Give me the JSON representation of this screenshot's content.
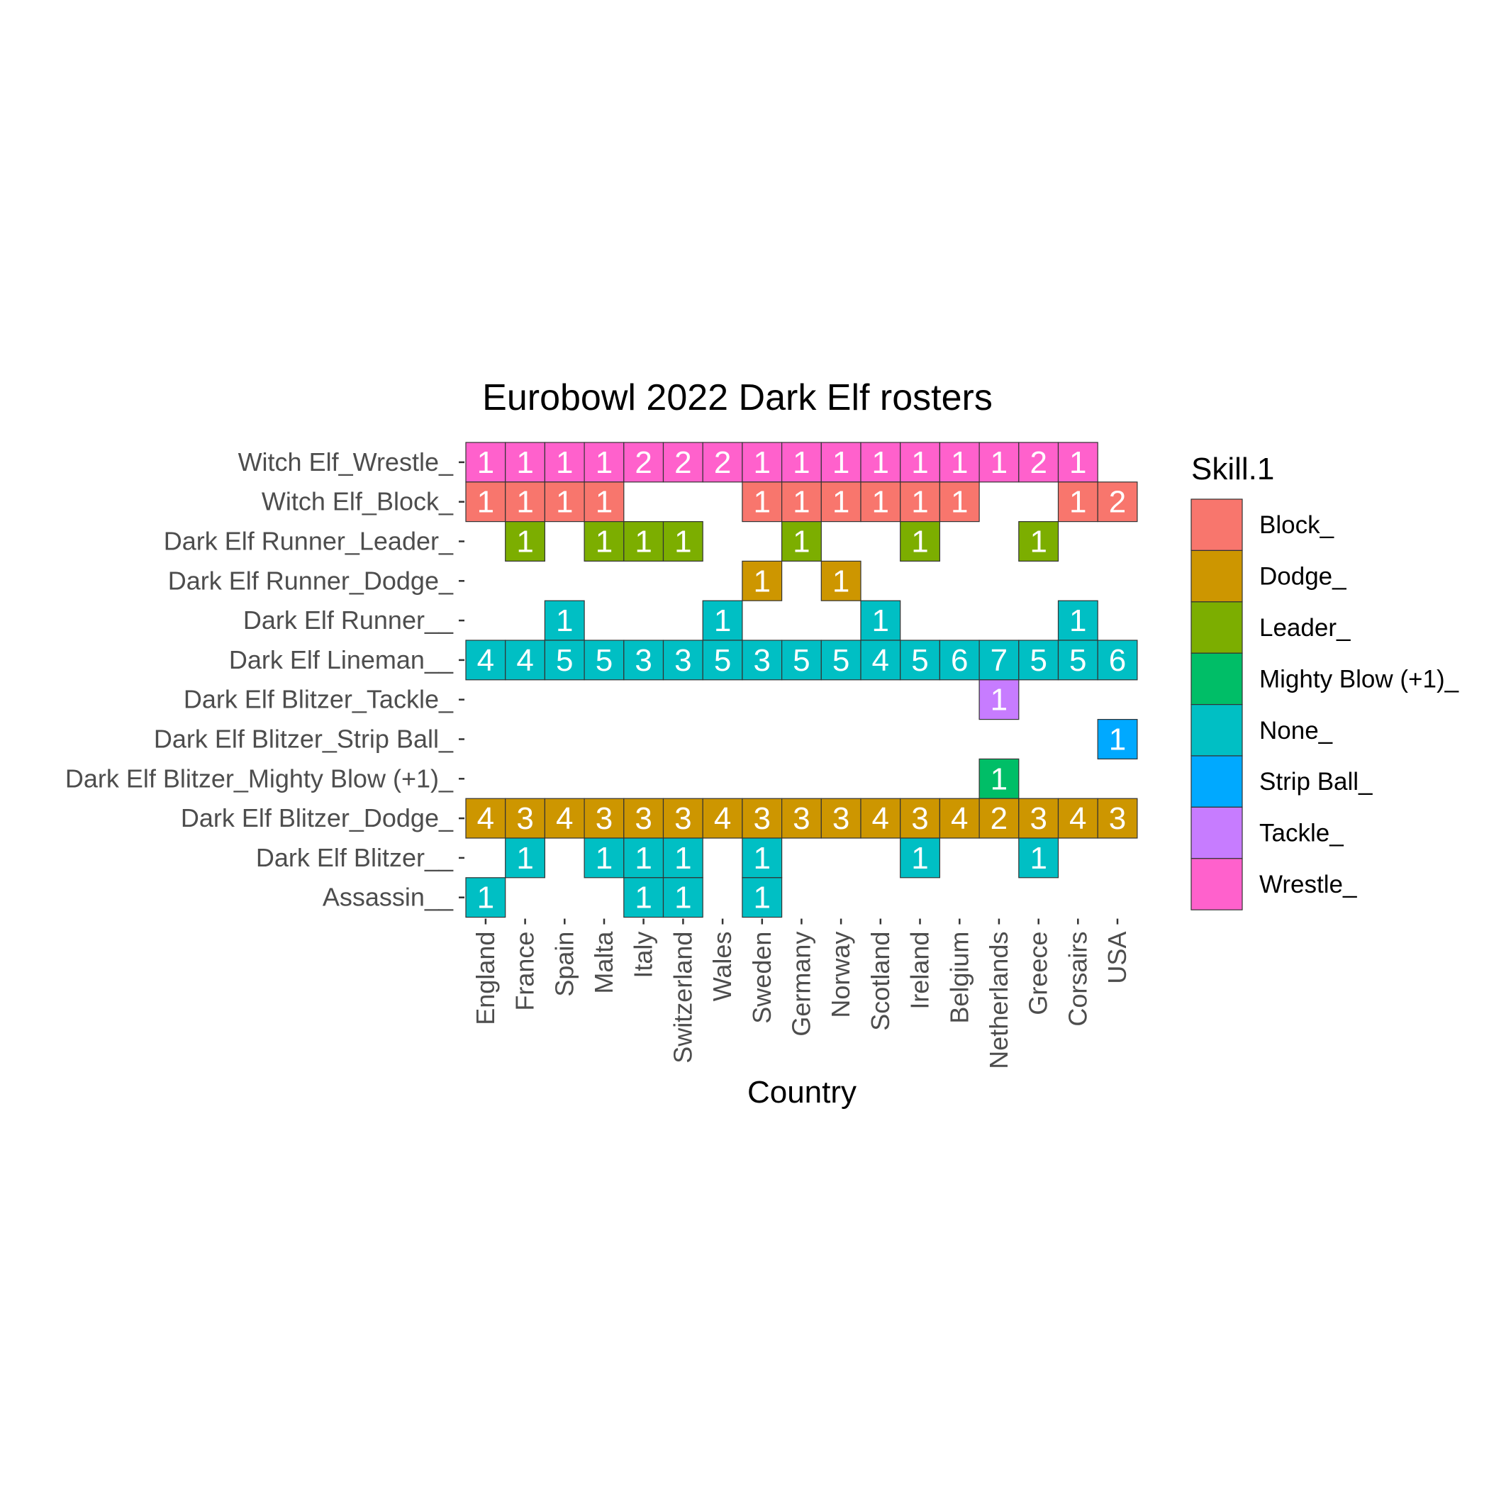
{
  "chart_data": {
    "type": "heatmap",
    "title": "Eurobowl 2022 Dark Elf rosters",
    "xlabel": "Country",
    "ylabel": "",
    "x": [
      "England",
      "France",
      "Spain",
      "Malta",
      "Italy",
      "Switzerland",
      "Wales",
      "Sweden",
      "Germany",
      "Norway",
      "Scotland",
      "Ireland",
      "Belgium",
      "Netherlands",
      "Greece",
      "Corsairs",
      "USA"
    ],
    "y": [
      "Witch Elf_Wrestle_",
      "Witch Elf_Block_",
      "Dark Elf Runner_Leader_",
      "Dark Elf Runner_Dodge_",
      "Dark Elf Runner__",
      "Dark Elf Lineman__",
      "Dark Elf Blitzer_Tackle_",
      "Dark Elf Blitzer_Strip Ball_",
      "Dark Elf Blitzer_Mighty Blow (+1)_",
      "Dark Elf Blitzer_Dodge_",
      "Dark Elf Blitzer__",
      "Assassin__"
    ],
    "row_skill": [
      "Wrestle_",
      "Block_",
      "Leader_",
      "Dodge_",
      "None_",
      "None_",
      "Tackle_",
      "Strip Ball_",
      "Mighty Blow (+1)_",
      "Dodge_",
      "None_",
      "None_"
    ],
    "values": [
      [
        1,
        1,
        1,
        1,
        2,
        2,
        2,
        1,
        1,
        1,
        1,
        1,
        1,
        1,
        2,
        1,
        null
      ],
      [
        1,
        1,
        1,
        1,
        null,
        null,
        null,
        1,
        1,
        1,
        1,
        1,
        1,
        null,
        null,
        1,
        2
      ],
      [
        null,
        1,
        null,
        1,
        1,
        1,
        null,
        null,
        1,
        null,
        null,
        1,
        null,
        null,
        1,
        null,
        null
      ],
      [
        null,
        null,
        null,
        null,
        null,
        null,
        null,
        1,
        null,
        1,
        null,
        null,
        null,
        null,
        null,
        null,
        null
      ],
      [
        null,
        null,
        1,
        null,
        null,
        null,
        1,
        null,
        null,
        null,
        1,
        null,
        null,
        null,
        null,
        1,
        null
      ],
      [
        4,
        4,
        5,
        5,
        3,
        3,
        5,
        3,
        5,
        5,
        4,
        5,
        6,
        7,
        5,
        5,
        6
      ],
      [
        null,
        null,
        null,
        null,
        null,
        null,
        null,
        null,
        null,
        null,
        null,
        null,
        null,
        1,
        null,
        null,
        null
      ],
      [
        null,
        null,
        null,
        null,
        null,
        null,
        null,
        null,
        null,
        null,
        null,
        null,
        null,
        null,
        null,
        null,
        1
      ],
      [
        null,
        null,
        null,
        null,
        null,
        null,
        null,
        null,
        null,
        null,
        null,
        null,
        null,
        1,
        null,
        null,
        null
      ],
      [
        4,
        3,
        4,
        3,
        3,
        3,
        4,
        3,
        3,
        3,
        4,
        3,
        4,
        2,
        3,
        4,
        3
      ],
      [
        null,
        1,
        null,
        1,
        1,
        1,
        null,
        1,
        null,
        null,
        null,
        1,
        null,
        null,
        1,
        null,
        null
      ],
      [
        1,
        null,
        null,
        null,
        1,
        1,
        null,
        1,
        null,
        null,
        null,
        null,
        null,
        null,
        null,
        null,
        null
      ]
    ],
    "legend": {
      "title": "Skill.1",
      "position": "right",
      "entries": [
        {
          "name": "Block_",
          "color": "#F8766D"
        },
        {
          "name": "Dodge_",
          "color": "#CD9600"
        },
        {
          "name": "Leader_",
          "color": "#7CAE00"
        },
        {
          "name": "Mighty Blow (+1)_",
          "color": "#00BE67"
        },
        {
          "name": "None_",
          "color": "#00BFC4"
        },
        {
          "name": "Strip Ball_",
          "color": "#00A9FF"
        },
        {
          "name": "Tackle_",
          "color": "#C77CFF"
        },
        {
          "name": "Wrestle_",
          "color": "#FF61CC"
        }
      ]
    },
    "grid": false
  }
}
